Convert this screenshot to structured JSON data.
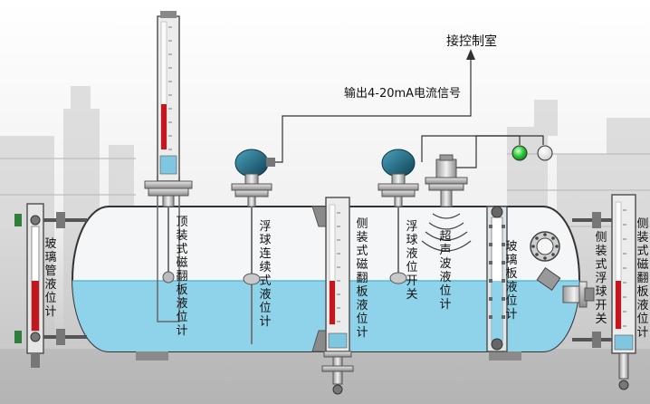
{
  "labels": {
    "control_room": "接控制室",
    "output_signal": "输出4-20mA电流信号",
    "glass_tube": "玻璃管液位计",
    "top_magnetic": "顶装式磁翻板液位计",
    "float_continuous": "浮球连续式液位计",
    "side_magnetic": "侧装式磁翻板液位计",
    "float_switch": "浮球液位开关",
    "ultrasonic": "超声波液位计",
    "glass_plate": "玻璃板液位计",
    "side_float_switch": "侧装式浮球开关",
    "side_magnetic_right": "侧装式磁翻板液位计"
  },
  "indicator_lights": [
    {
      "state": "on",
      "color": "#2fcf3a"
    },
    {
      "state": "off",
      "color": "#ffffff"
    }
  ],
  "colors": {
    "liquid": "#8fd3ea",
    "tank_outline": "#333333",
    "indicator_red": "#c4161c",
    "transmitter_head": "#1f6d86"
  }
}
